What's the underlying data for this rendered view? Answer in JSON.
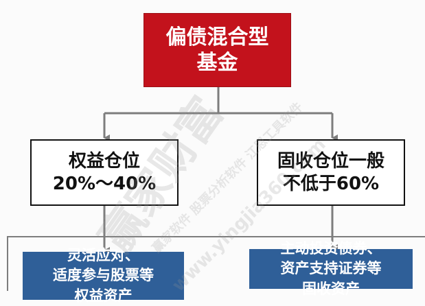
{
  "root": {
    "lines": [
      "偏债混合型",
      "基金"
    ],
    "color": "#c3121c"
  },
  "equity": {
    "lines": [
      "权益仓位",
      "20%～40%"
    ]
  },
  "fixed_income": {
    "lines": [
      "固收仓位一般",
      "不低于60%"
    ]
  },
  "equity_detail": {
    "lines": [
      "灵活应对、",
      "适度参与股票等",
      "权益资产"
    ],
    "color": "#2f5f98"
  },
  "fixed_income_detail": {
    "lines": [
      "主动投资债券、",
      "资产支持证券等",
      "固收资产"
    ],
    "color": "#2f5f98"
  },
  "watermark": {
    "brand": "赢家财富",
    "tagline": "赢家软件 股票分析软件 江恩工具软件",
    "url": "www.yingjia360.com"
  }
}
